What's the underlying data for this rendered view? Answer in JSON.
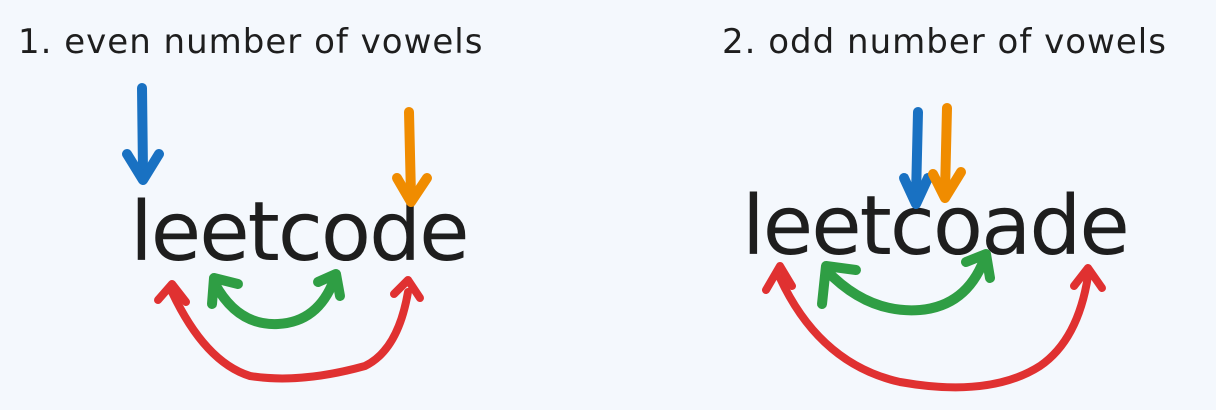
{
  "example_1": {
    "heading": "1. even number of vowels",
    "word": "leetcode"
  },
  "example_2": {
    "heading": "2. odd number of vowels",
    "word": "leetcoade"
  },
  "colors": {
    "text": "#1e1e1e",
    "left_pointer": "#1971c2",
    "right_pointer": "#f08c00",
    "inner_swap": "#2f9e44",
    "outer_swap": "#e03131",
    "background": "#f4f8fd"
  },
  "icons": {
    "left_pointer": "down-arrow-icon",
    "right_pointer": "down-arrow-icon",
    "swap": "double-headed-curved-arrow-icon"
  }
}
